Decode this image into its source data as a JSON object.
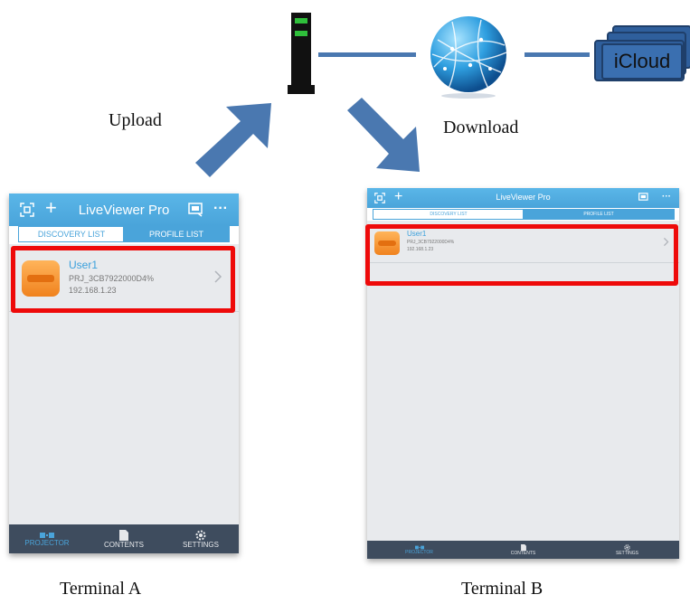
{
  "diagram": {
    "upload_label": "Upload",
    "download_label": "Download",
    "icloud_label": "iCloud",
    "terminal_a_label": "Terminal A",
    "terminal_b_label": "Terminal B",
    "colors": {
      "arrow": "#4a78b0",
      "highlight": "#ee0a0a"
    }
  },
  "app": {
    "title": "LiveViewer Pro",
    "more": "···",
    "segments": [
      "DISCOVERY LIST",
      "PROFILE LIST"
    ],
    "active_segment": "PROFILE LIST",
    "profile": {
      "name": "User1",
      "id": "PRJ_3CB7922000D4%",
      "ip": "192.168.1.23"
    },
    "tabs": [
      "PROJECTOR",
      "CONTENTS",
      "SETTINGS"
    ],
    "active_tab": "PROJECTOR",
    "colors": {
      "nav": "#4aa4da",
      "tabbar": "#3e4c5e",
      "name": "#3aa0dc"
    }
  }
}
